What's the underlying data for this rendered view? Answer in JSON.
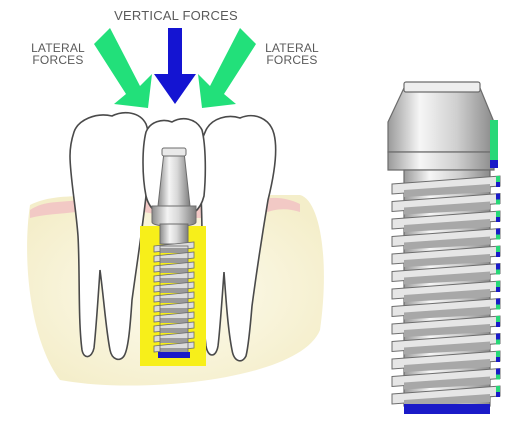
{
  "labels": {
    "vertical": "VERTICAL FORCES",
    "lateral_left": [
      "LATERAL",
      "FORCES"
    ],
    "lateral_right": [
      "LATERAL",
      "FORCES"
    ]
  },
  "colors": {
    "lateral_arrow": "#22e07a",
    "vertical_arrow": "#1414d2",
    "gum": "#f2c4c4",
    "bone_highlight": "#f7ef1a",
    "bone_fill": "#fbf8e6",
    "implant_silver": "#c9c9c9",
    "thread_blue": "#1a1ac8",
    "thread_green": "#28d878"
  },
  "icons": {
    "left_arrow": "lateral-force-arrow-icon",
    "center_arrow": "vertical-force-arrow-icon",
    "right_arrow": "lateral-force-arrow-icon"
  }
}
